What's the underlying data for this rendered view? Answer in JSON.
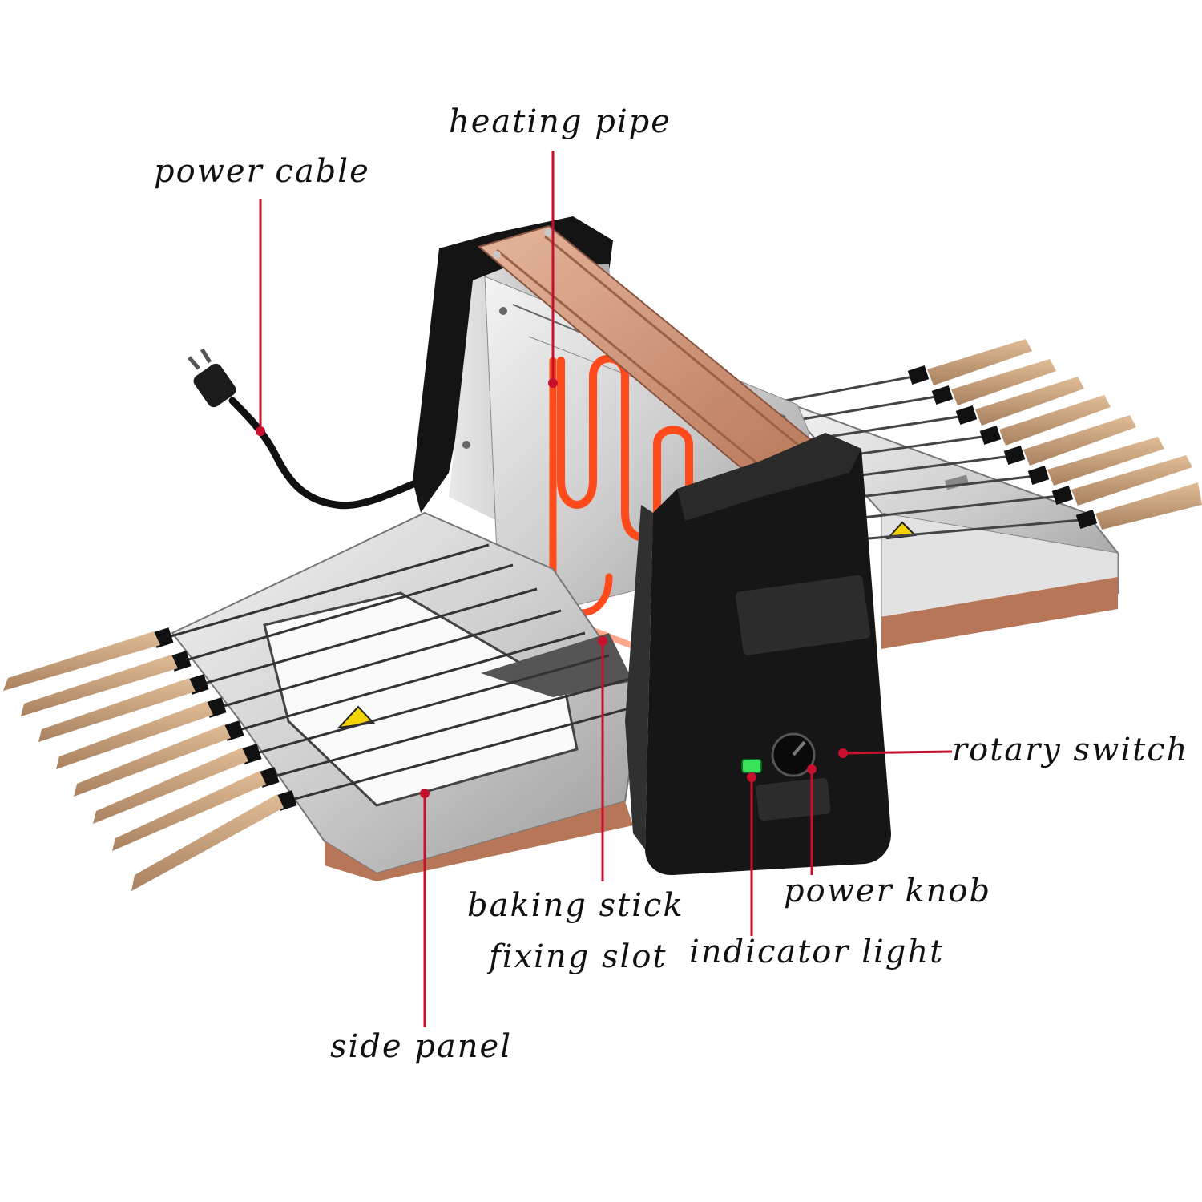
{
  "labels": {
    "heating_pipe": "heating pipe",
    "power_cable": "power cable",
    "rotary_switch": "rotary switch",
    "baking_stick_line1": "baking stick",
    "baking_stick_line2": "fixing slot",
    "power_knob": "power knob",
    "indicator_light": "indicator light",
    "side_panel": "side panel"
  },
  "colors": {
    "leader_line": "#c8102e",
    "body": "#111111",
    "copper_top": "#c98a6d",
    "heating_element": "#ff4a1c",
    "skewer_handle": "#c9a27a",
    "steel": "#d9d9d9",
    "indicator": "#38e35a"
  },
  "icons": [
    "warning-triangle-icon",
    "plug-icon"
  ]
}
